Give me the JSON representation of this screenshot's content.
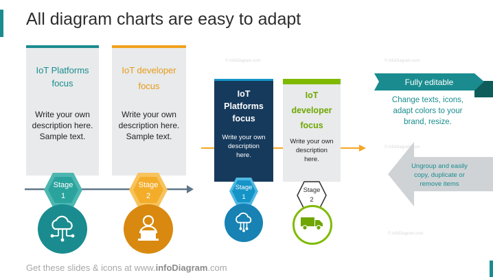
{
  "slide": {
    "title": "All diagram charts are easy to adapt",
    "footer_prefix": "Get these slides & icons at www.",
    "footer_brand": "infoDiagram",
    "footer_suffix": ".com"
  },
  "left_row": [
    {
      "title_line1": "IoT Platforms",
      "title_line2": "focus",
      "desc_line1": "Write your own",
      "desc_line2": "description here.",
      "desc_line3": "Sample text.",
      "stage_word": "Stage",
      "stage_num": "1",
      "icon": "cloud-network-icon",
      "accent": "#1a8c8f"
    },
    {
      "title_line1": "IoT developer",
      "title_line2": "focus",
      "desc_line1": "Write your own",
      "desc_line2": "description here.",
      "desc_line3": "Sample text.",
      "stage_word": "Stage",
      "stage_num": "2",
      "icon": "developer-laptop-icon",
      "accent": "#f0a21d"
    }
  ],
  "right_row": [
    {
      "title_line1": "IoT",
      "title_line2": "Platforms",
      "title_line3": "focus",
      "desc_line1": "Write your own",
      "desc_line2": "description",
      "desc_line3": "here.",
      "stage_word": "Stage",
      "stage_num": "1",
      "icon": "cloud-network-icon",
      "accent": "#1594c8",
      "card_bg": "#163a5c"
    },
    {
      "title_line1": "IoT",
      "title_line2": "developer",
      "title_line3": "focus",
      "desc_line1": "Write your own",
      "desc_line2": "description",
      "desc_line3": "here.",
      "stage_word": "Stage",
      "stage_num": "2",
      "icon": "truck-icon",
      "accent": "#7fba00"
    }
  ],
  "callouts": {
    "ribbon_label": "Fully editable",
    "editable_line1": "Change texts, icons,",
    "editable_line2": "adapt colors to your",
    "editable_line3": "brand, resize.",
    "arrow_line1": "Ungroup and easily",
    "arrow_line2": "copy, duplicate or",
    "arrow_line3": "remove items"
  },
  "watermark": "© infoDiagram.com"
}
